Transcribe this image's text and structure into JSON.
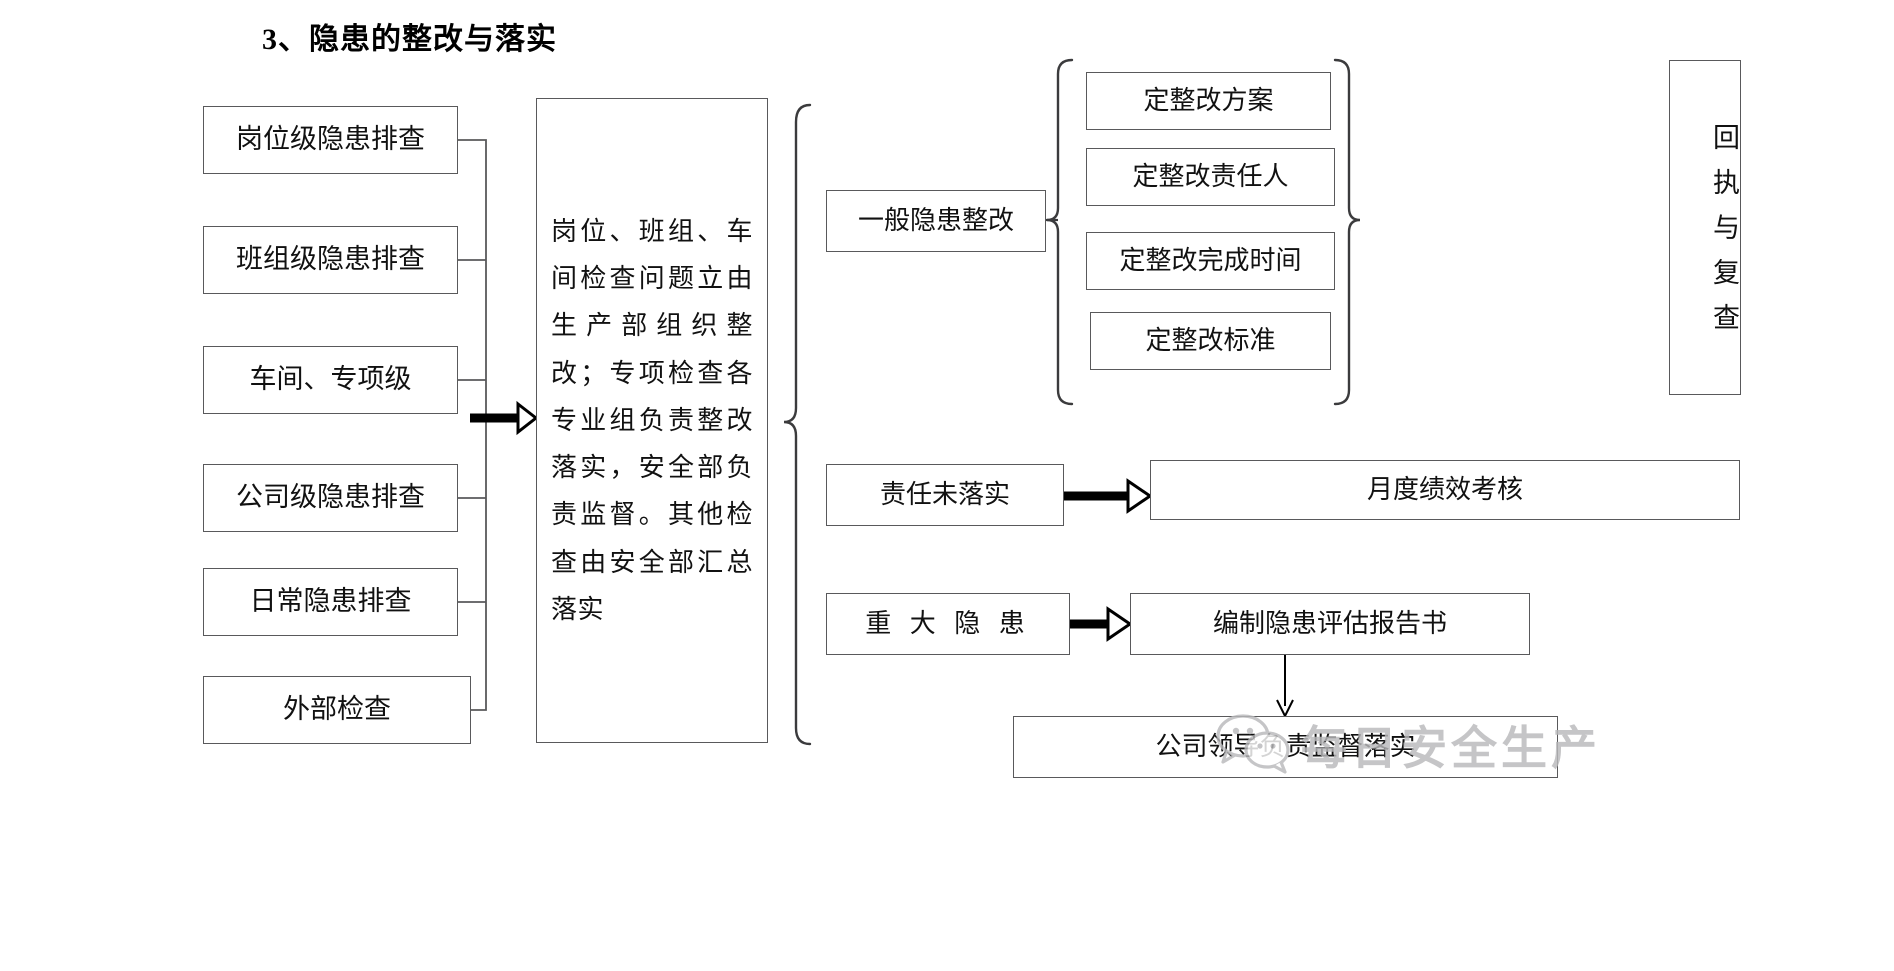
{
  "title": "3、隐患的整改与落实",
  "left_column": {
    "items": [
      {
        "label": "岗位级隐患排查"
      },
      {
        "label": "班组级隐患排查"
      },
      {
        "label": "车间、专项级"
      },
      {
        "label": "公司级隐患排查"
      },
      {
        "label": "日常隐患排查"
      },
      {
        "label": "外部检查"
      }
    ]
  },
  "center": {
    "label": "岗位、班组、车间检查问题立由生产部组织整改；专项检查各专业组负责整改落实，安全部负责监督。其他检查由安全部汇总落实"
  },
  "branches": {
    "general": {
      "label": "一般隐患整改",
      "details": [
        {
          "label": "定整改方案"
        },
        {
          "label": "定整改责任人"
        },
        {
          "label": "定整改完成时间"
        },
        {
          "label": "定整改标准"
        }
      ],
      "outcome": {
        "label": "回执与复查"
      }
    },
    "unfulfilled": {
      "source": {
        "label": "责任未落实"
      },
      "target": {
        "label": "月度绩效考核"
      }
    },
    "major": {
      "source": {
        "label": "重 大 隐 患"
      },
      "target": {
        "label": "编制隐患评估报告书"
      },
      "final": {
        "label": "公司领导负责监督落实"
      }
    }
  },
  "watermark": {
    "text": "每日安全生产",
    "icon": "wechat-logo"
  },
  "colors": {
    "border": "#59595b",
    "text": "#111111",
    "background": "#ffffff",
    "watermark": "#b9b9bb"
  }
}
